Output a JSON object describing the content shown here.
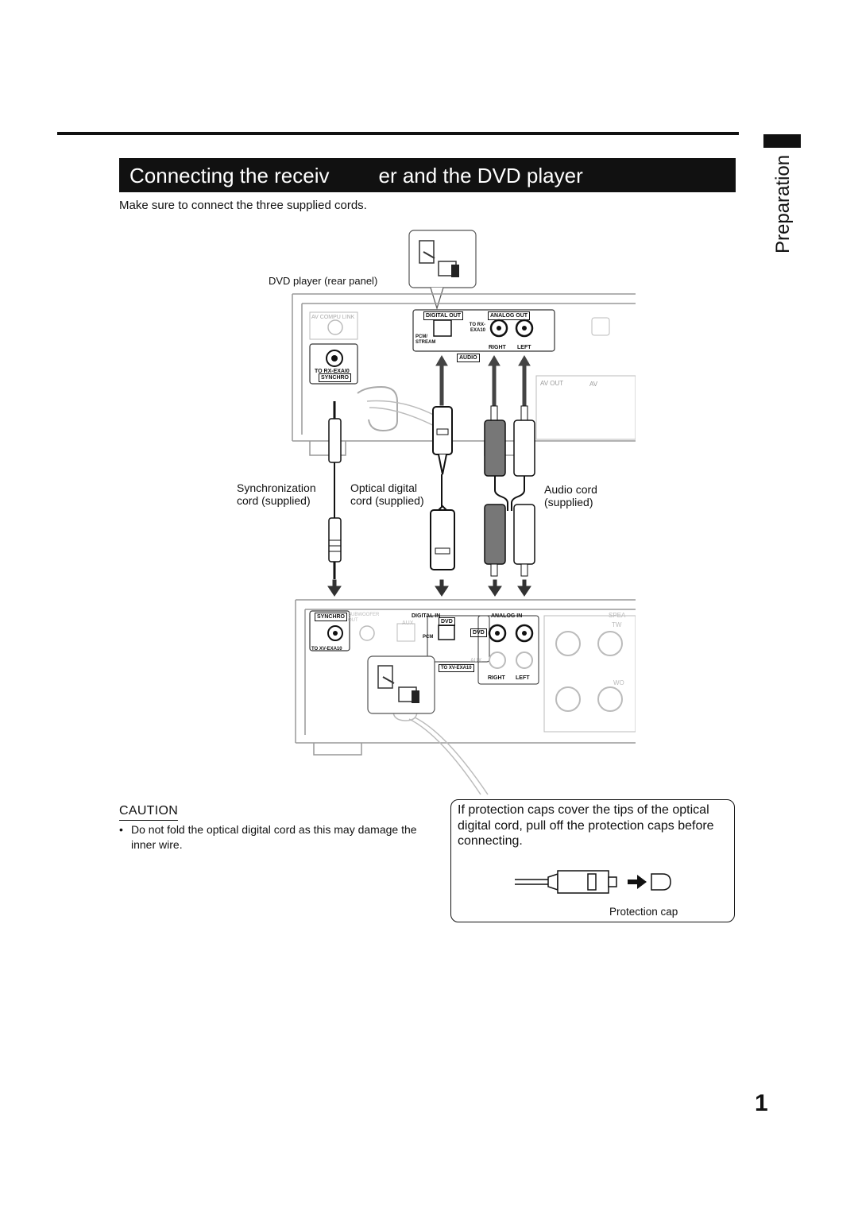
{
  "section_label": "Preparation",
  "title": {
    "part1": "Connecting the receiv",
    "part2": "er and the DVD player"
  },
  "intro": "Make sure to connect the three supplied cords.",
  "diagram": {
    "dvd_panel_label": "DVD player (rear panel)",
    "dvd_panel": {
      "av_compu_link": "AV COMPU LINK",
      "to_rx_exa10": "TO RX-EXAI0",
      "synchro": "SYNCHRO",
      "digital_out": "DIGITAL OUT",
      "pcm_stream": "PCM/ STREAM",
      "analog_out": "ANALOG OUT",
      "to_rx": "TO RX-EXA10",
      "right": "RIGHT",
      "left": "LEFT",
      "audio": "AUDIO",
      "av_out": "AV OUT",
      "av": "AV"
    },
    "sync_cord_label": [
      "Synchronization",
      "cord (supplied)"
    ],
    "optical_cord_label": [
      "Optical digital",
      "cord (supplied)"
    ],
    "audio_cord_label": [
      "Audio cord",
      "(supplied)"
    ],
    "receiver_panel": {
      "synchro": "SYNCHRO",
      "subwoofer_out": "SUBWOOFER OUT",
      "to_xv_exa10": "TO XV-EXA10",
      "digital_in": "DIGITAL IN",
      "aux": "AUX",
      "dvd": "DVD",
      "pcm": "PCM",
      "analog_in": "ANALOG IN",
      "to_xv": "TO XV-EXA10",
      "right": "RIGHT",
      "left": "LEFT",
      "speakers": "SPEA",
      "tw": "TW",
      "wo": "WO"
    }
  },
  "caution": {
    "heading": "CAUTION",
    "bullet": "•",
    "text": "Do not fold the optical digital cord as this may damage the inner wire."
  },
  "note": {
    "text": "If protection caps cover the tips of the optical digital cord, pull off the protection caps before connecting.",
    "cap_label": "Protection cap"
  },
  "page_number": "1"
}
